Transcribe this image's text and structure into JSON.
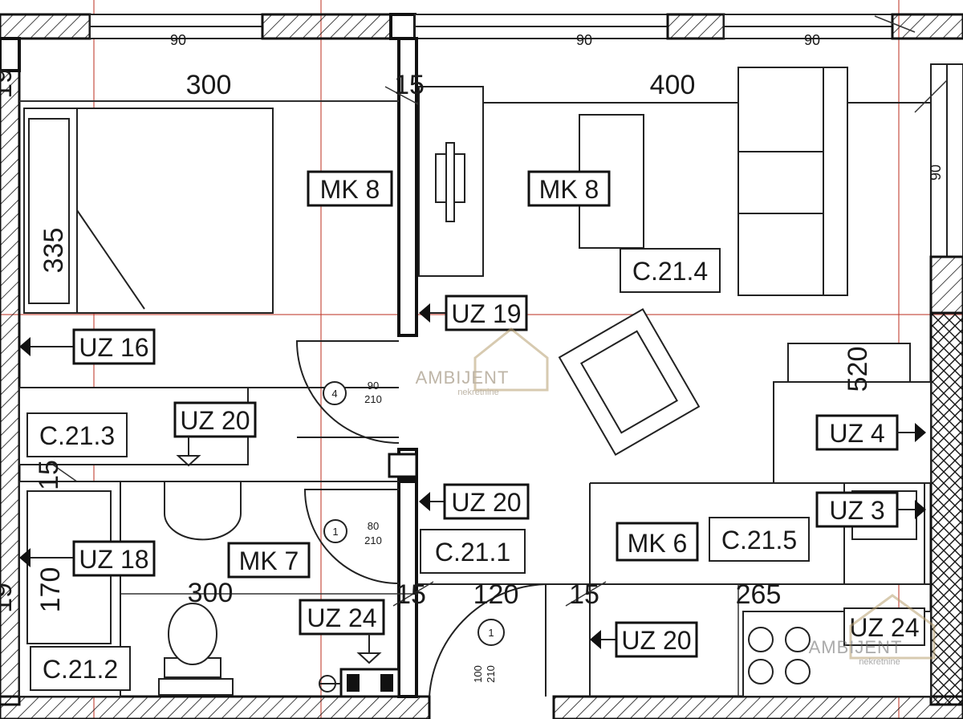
{
  "dimensions": {
    "top_window_left": "90",
    "top_window_mid": "90",
    "top_window_right": "90",
    "right_window": "90",
    "bedroom_width": "300",
    "partition": "15",
    "living_width": "400",
    "bedroom_depth": "335",
    "left_edge_top": "19",
    "left_edge_bottom": "19",
    "bath_gap": "15",
    "bath_depth": "170",
    "bath_width": "300",
    "hall_gap_left": "15",
    "hall_width": "120",
    "hall_gap_right": "15",
    "kitchen_width": "265",
    "living_depth": "520"
  },
  "room_tags": {
    "mk8_bedroom": "MK 8",
    "mk8_living": "MK 8",
    "mk7_bath": "MK 7",
    "mk6_kitchen": "MK 6"
  },
  "room_codes": {
    "living": "C.21.4",
    "bedroom": "C.21.3",
    "hall": "C.21.1",
    "kitchen": "C.21.5",
    "bath": "C.21.2"
  },
  "fixtures": {
    "uz16": "UZ 16",
    "uz19": "UZ 19",
    "uz20_bedroom": "UZ 20",
    "uz20_hall": "UZ 20",
    "uz20_entry": "UZ 20",
    "uz18": "UZ 18",
    "uz24_bath": "UZ 24",
    "uz24_kitchen": "UZ 24",
    "uz4": "UZ 4",
    "uz3": "UZ 3"
  },
  "doors": {
    "door4_num": "4",
    "door4_w": "90",
    "door4_h": "210",
    "door1_num": "1",
    "door1_w": "80",
    "door1_h": "210",
    "entry_num": "1",
    "entry_w": "100",
    "entry_h": "210"
  },
  "watermark": {
    "brand": "AMBIJENT",
    "tagline": "nekretnine"
  },
  "colors": {
    "grid_line": "#c0392b",
    "watermark": "#b8a070"
  }
}
